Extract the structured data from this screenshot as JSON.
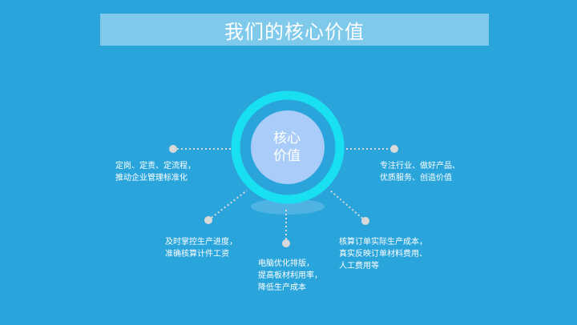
{
  "title": "我们的核心价值",
  "core": {
    "line1": "核心",
    "line2": "价值"
  },
  "items": [
    {
      "id": "left",
      "lines": [
        "定岗、定责、定流程，",
        "推动企业管理标准化"
      ]
    },
    {
      "id": "right",
      "lines": [
        "专注行业、做好产品、",
        "优质服务、创造价值"
      ]
    },
    {
      "id": "bottom-left",
      "lines": [
        "及时掌控生产进度，",
        "准确核算计件工资"
      ]
    },
    {
      "id": "bottom-middle",
      "lines": [
        "电脑优化排版，",
        "提高板材利用率，",
        "降低生产成本"
      ]
    },
    {
      "id": "bottom-right",
      "lines": [
        "核算订单实际生产成本，",
        "真实反映订单材料费用、",
        "人工费用等"
      ]
    }
  ],
  "colors": {
    "background": "#2aa5dc",
    "title_bar": "#7fc9ea",
    "ring": "#19e0f0",
    "core": "#a9cdf8",
    "node": "#d9d9d9"
  }
}
